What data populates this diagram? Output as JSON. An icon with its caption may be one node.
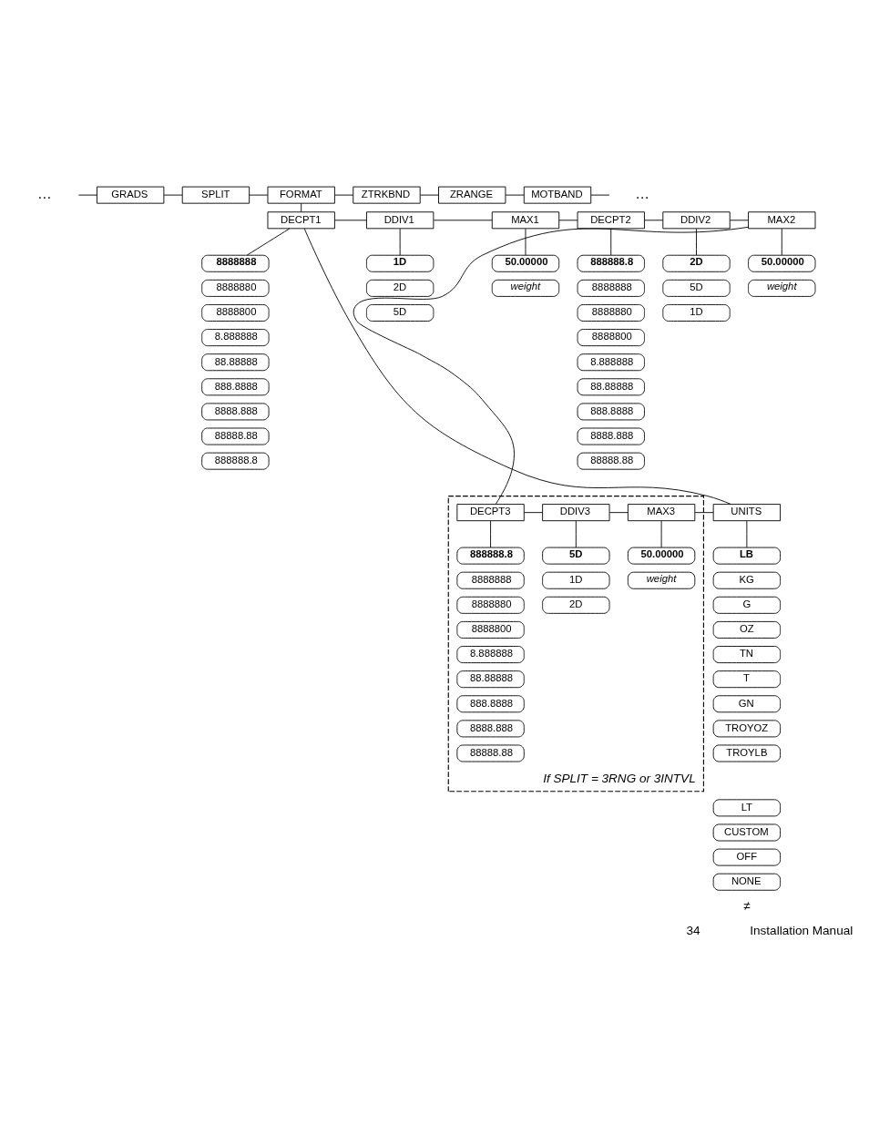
{
  "diagram": {
    "nodes": [
      {
        "text": [
          "…"
        ]
      },
      {
        "text": [
          "GRADS"
        ]
      },
      {
        "text": [
          "SPLIT"
        ]
      },
      {
        "text": [
          "FORMAT"
        ]
      },
      {
        "text": [
          "ZTRKBND"
        ]
      },
      {
        "text": [
          "ZRANGE"
        ]
      },
      {
        "text": [
          "MOTBAND"
        ]
      },
      {
        "text": [
          "…"
        ]
      },
      {
        "text": [
          "DECPT1"
        ]
      },
      {
        "text": [
          "DDIV1"
        ]
      },
      {
        "text": [
          "MAX1"
        ]
      },
      {
        "text": [
          "DECPT2"
        ]
      },
      {
        "text": [
          "DDIV2"
        ]
      },
      {
        "text": [
          "MAX2"
        ]
      },
      {
        "text": [
          "8888888"
        ]
      },
      {
        "text": [
          "8888880"
        ]
      },
      {
        "text": [
          "8888800"
        ]
      },
      {
        "text": [
          "8.888888"
        ]
      },
      {
        "text": [
          "88.88888"
        ]
      },
      {
        "text": [
          "888.8888"
        ]
      },
      {
        "text": [
          "8888.888"
        ]
      },
      {
        "text": [
          "88888.88"
        ]
      },
      {
        "text": [
          "888888.8"
        ]
      },
      {
        "text": [
          "1D"
        ]
      },
      {
        "text": [
          "2D"
        ]
      },
      {
        "text": [
          "5D"
        ]
      },
      {
        "text": [
          "50.00000"
        ]
      },
      {
        "text": [
          "weight"
        ]
      },
      {
        "text": [
          "888888.8"
        ]
      },
      {
        "text": [
          "8888888"
        ]
      },
      {
        "text": [
          "8888880"
        ]
      },
      {
        "text": [
          "8888800"
        ]
      },
      {
        "text": [
          "8.888888"
        ]
      },
      {
        "text": [
          "88.88888"
        ]
      },
      {
        "text": [
          "888.8888"
        ]
      },
      {
        "text": [
          "8888.888"
        ]
      },
      {
        "text": [
          "88888.88"
        ]
      },
      {
        "text": [
          "2D"
        ]
      },
      {
        "text": [
          "5D"
        ]
      },
      {
        "text": [
          "1D"
        ]
      },
      {
        "text": [
          "50.00000"
        ]
      },
      {
        "text": [
          "weight"
        ]
      },
      {
        "text": [
          "If SPLIT = 3RNG or 3INTVL"
        ]
      },
      {
        "text": [
          "DECPT3"
        ],
        "in": 42
      },
      {
        "text": [
          "DDIV3"
        ],
        "in": 42
      },
      {
        "text": [
          "MAX3"
        ],
        "in": 42
      },
      {
        "text": [
          "UNITS"
        ]
      },
      {
        "text": [
          "888888.8"
        ],
        "in": 42
      },
      {
        "text": [
          "8888888"
        ],
        "in": 42
      },
      {
        "text": [
          "8888880"
        ],
        "in": 42
      },
      {
        "text": [
          "8888800"
        ],
        "in": 42
      },
      {
        "text": [
          "8.888888"
        ],
        "in": 42
      },
      {
        "text": [
          "88.88888"
        ],
        "in": 42
      },
      {
        "text": [
          "888.8888"
        ],
        "in": 42
      },
      {
        "text": [
          "8888.888"
        ],
        "in": 42
      },
      {
        "text": [
          "88888.88"
        ],
        "in": 42
      },
      {
        "text": [
          "5D"
        ],
        "in": 42
      },
      {
        "text": [
          "1D"
        ],
        "in": 42
      },
      {
        "text": [
          "2D"
        ],
        "in": 42
      },
      {
        "text": [
          "50.00000"
        ],
        "in": 42
      },
      {
        "text": [
          "weight"
        ],
        "in": 42
      },
      {
        "text": [
          "LB"
        ]
      },
      {
        "text": [
          "KG"
        ]
      },
      {
        "text": [
          "G"
        ]
      },
      {
        "text": [
          "OZ"
        ]
      },
      {
        "text": [
          "TN"
        ]
      },
      {
        "text": [
          "T"
        ]
      },
      {
        "text": [
          "GN"
        ]
      },
      {
        "text": [
          "TROYOZ"
        ]
      },
      {
        "text": [
          "TROYLB"
        ]
      },
      {
        "text": [
          "LT"
        ]
      },
      {
        "text": [
          "CUSTOM"
        ]
      },
      {
        "text": [
          "OFF"
        ]
      },
      {
        "text": [
          "NONE"
        ]
      }
    ],
    "edges": [
      {
        "from": 0,
        "to": 1,
        "arrow": "none"
      },
      {
        "from": 1,
        "to": 2,
        "arrow": "none"
      },
      {
        "from": 2,
        "to": 3,
        "arrow": "none"
      },
      {
        "from": 3,
        "to": 4,
        "arrow": "none"
      },
      {
        "from": 4,
        "to": 5,
        "arrow": "none"
      },
      {
        "from": 5,
        "to": 6,
        "arrow": "none"
      },
      {
        "from": 6,
        "to": 7,
        "arrow": "none"
      },
      {
        "from": 3,
        "to": 8,
        "arrow": "none"
      },
      {
        "from": 8,
        "to": 9,
        "arrow": "none"
      },
      {
        "from": 9,
        "to": 10,
        "arrow": "none"
      },
      {
        "from": 10,
        "to": 11,
        "arrow": "none"
      },
      {
        "from": 11,
        "to": 12,
        "arrow": "none"
      },
      {
        "from": 12,
        "to": 13,
        "arrow": "none"
      },
      {
        "from": 8,
        "to": 14,
        "arrow": "none"
      },
      {
        "from": 9,
        "to": 23,
        "arrow": "none"
      },
      {
        "from": 10,
        "to": 26,
        "arrow": "none"
      },
      {
        "from": 11,
        "to": 28,
        "arrow": "none"
      },
      {
        "from": 12,
        "to": 37,
        "arrow": "none"
      },
      {
        "from": 13,
        "to": 40,
        "arrow": "none"
      },
      {
        "from": 13,
        "to": 43,
        "arrow": "none"
      },
      {
        "from": 43,
        "to": 44,
        "arrow": "none"
      },
      {
        "from": 44,
        "to": 45,
        "arrow": "none"
      },
      {
        "from": 45,
        "to": 46,
        "arrow": "none"
      },
      {
        "from": 43,
        "to": 47,
        "arrow": "none"
      },
      {
        "from": 44,
        "to": 56,
        "arrow": "none"
      },
      {
        "from": 45,
        "to": 59,
        "arrow": "none"
      },
      {
        "from": 46,
        "to": 61,
        "arrow": "none"
      },
      {
        "from": 46,
        "to": 8,
        "arrow": "none"
      }
    ],
    "labels": [
      "≠",
      "34",
      "Installation Manual"
    ]
  }
}
